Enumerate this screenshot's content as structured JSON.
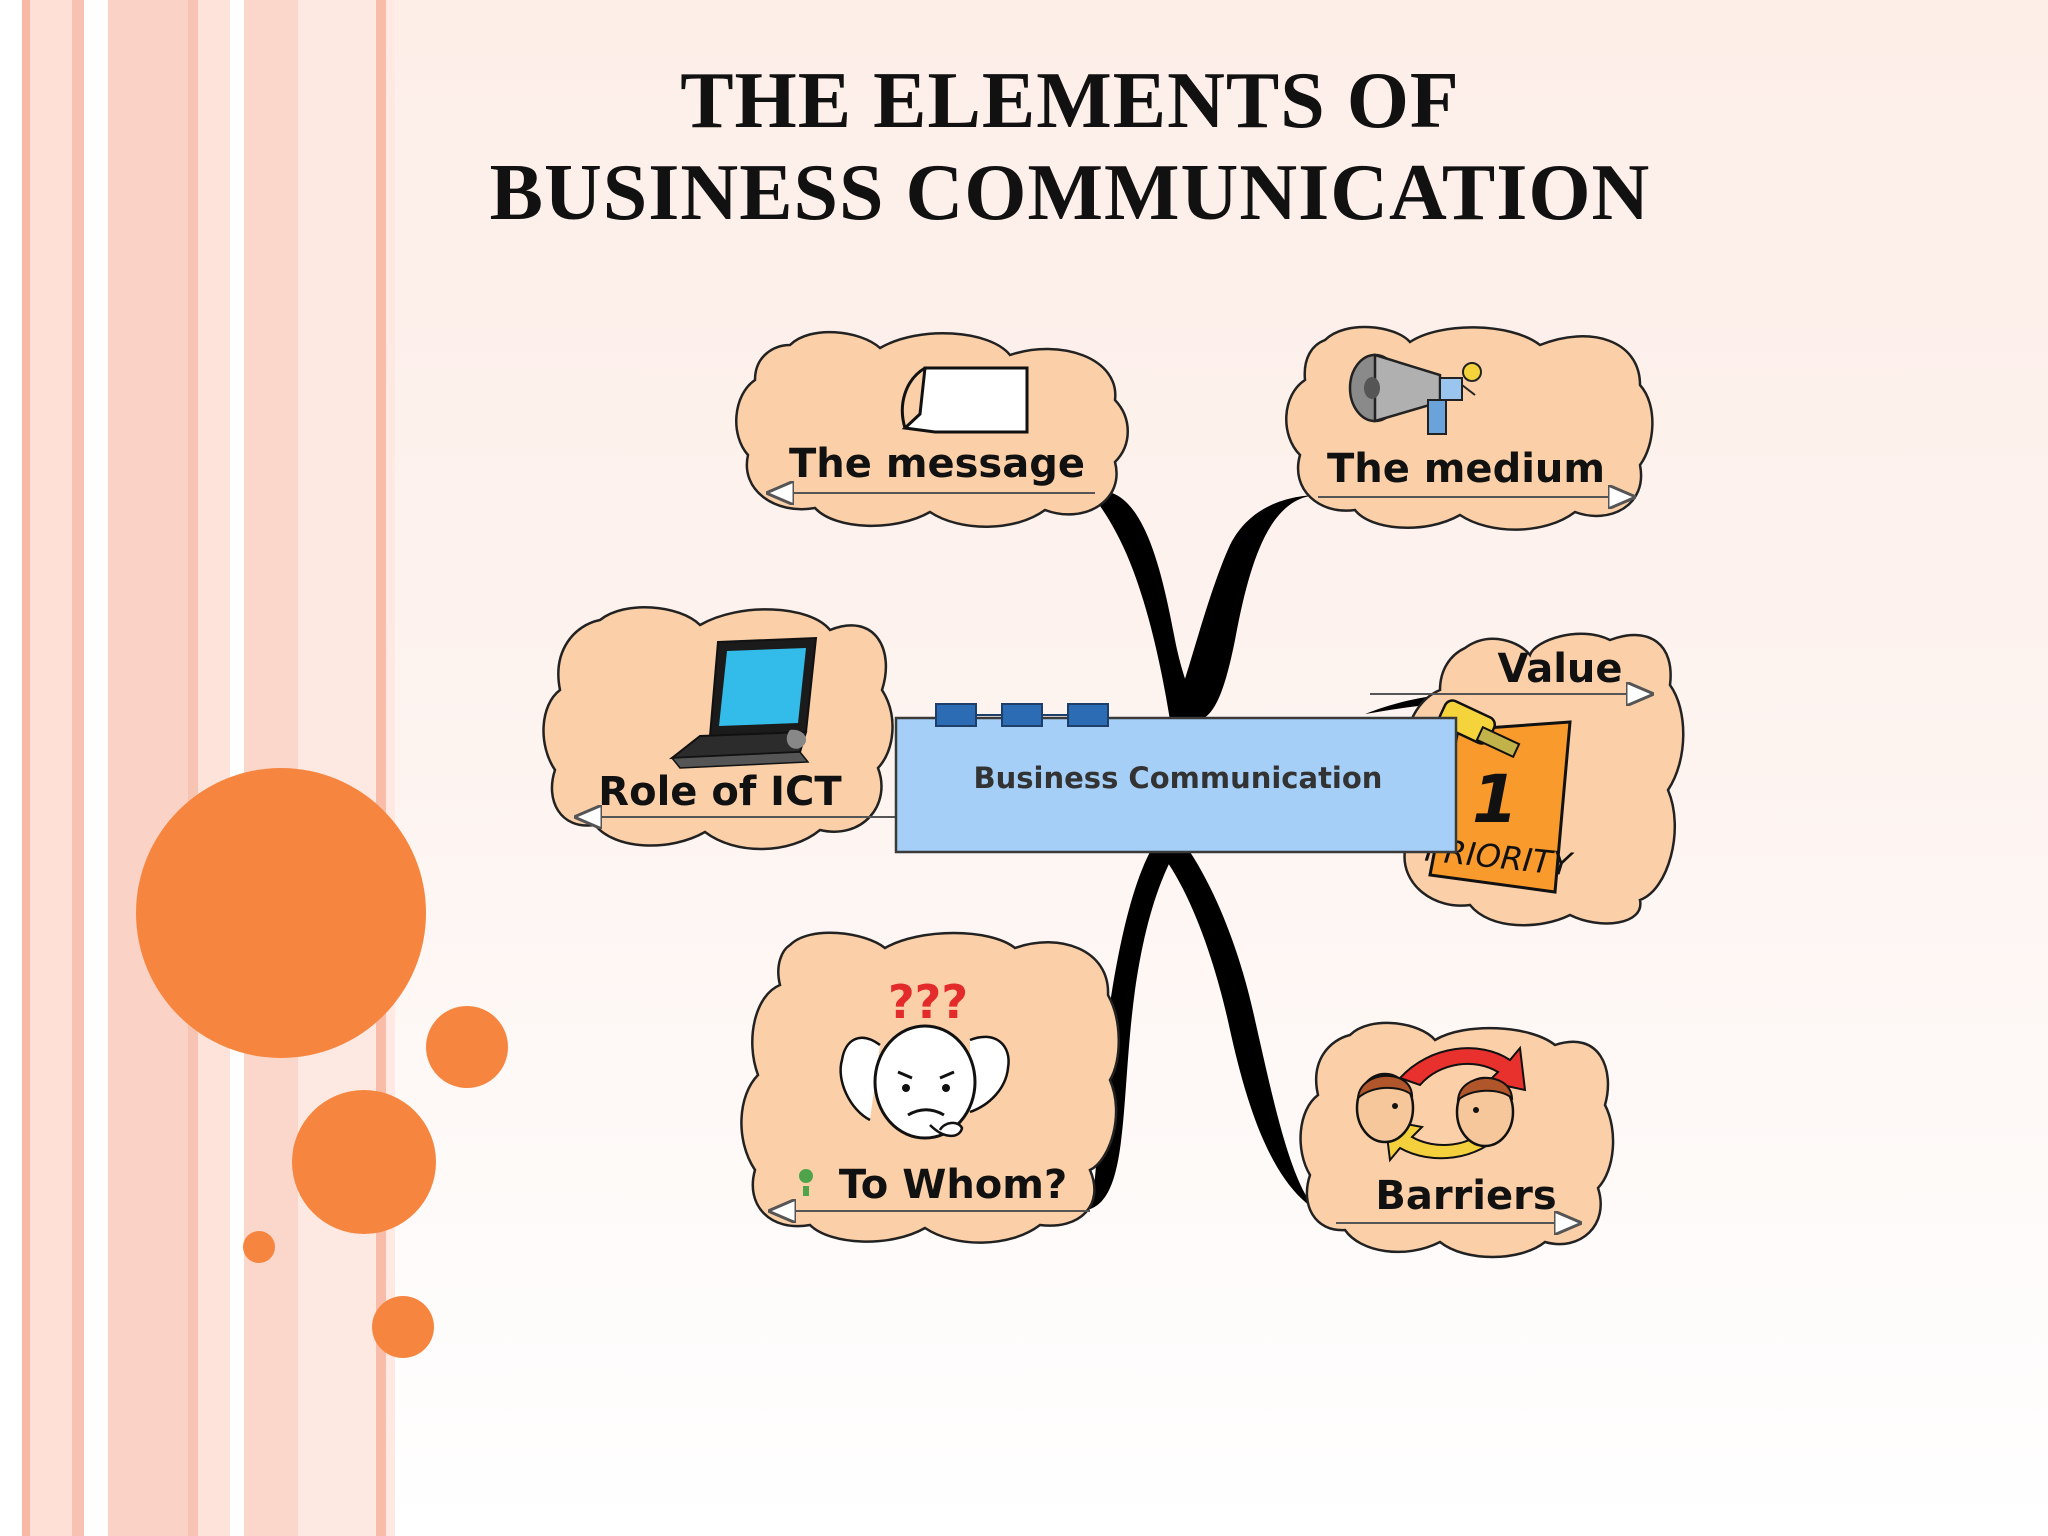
{
  "slide": {
    "title_line1": "THE ELEMENTS OF",
    "title_line2": "BUSINESS COMMUNICATION"
  },
  "diagram": {
    "center": "Business Communication",
    "nodes": {
      "message": "The message",
      "medium": "The medium",
      "ict": "Role of ICT",
      "value": "Value",
      "whom": "To Whom?",
      "barriers": "Barriers"
    },
    "icon_text": {
      "priority_number": "1",
      "priority_word": "PRIORITY",
      "question_marks": "???"
    }
  },
  "colors": {
    "accent": "#f6863f",
    "cloud_fill": "#fbd0a9",
    "center_fill": "#a5cff7",
    "connector": "#000000"
  }
}
